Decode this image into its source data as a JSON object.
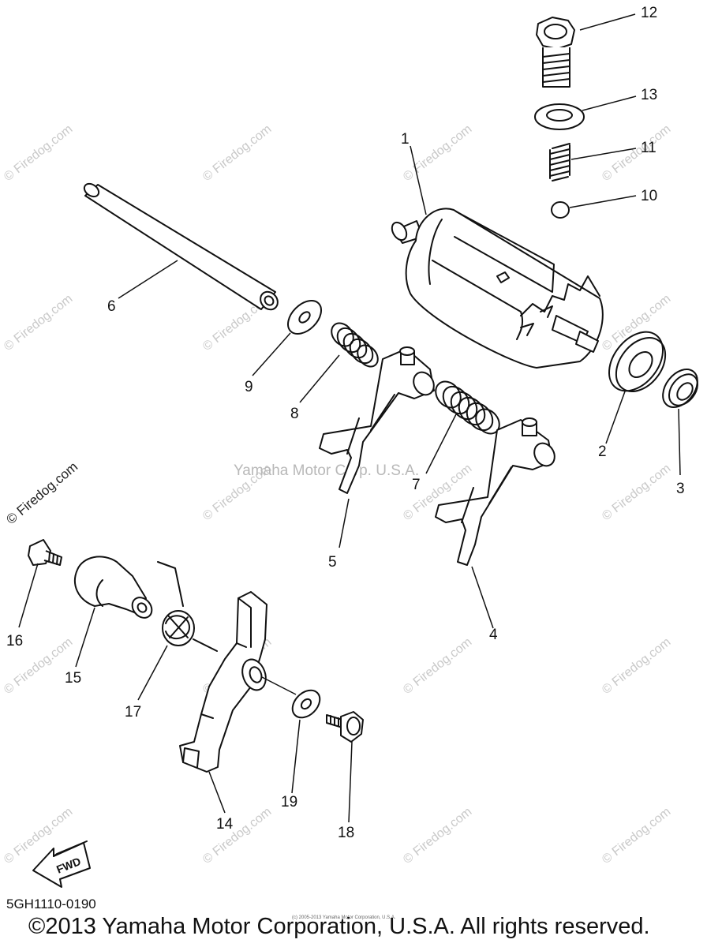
{
  "watermark": "© Firedog.com",
  "center_watermark": "Yamaha Motor Corp. U.S.A.",
  "fwd_label": "FWD",
  "diagram_code": "5GH1110-0190",
  "copyright": "©2013 Yamaha Motor Corporation, U.S.A. All rights reserved.",
  "small_copyright": "(c) 2005-2013 Yamaha Motor Corporation, U.S.A.",
  "parts": [
    {
      "number": "1"
    },
    {
      "number": "2"
    },
    {
      "number": "3"
    },
    {
      "number": "4"
    },
    {
      "number": "5"
    },
    {
      "number": "6"
    },
    {
      "number": "7"
    },
    {
      "number": "8"
    },
    {
      "number": "9"
    },
    {
      "number": "10"
    },
    {
      "number": "11"
    },
    {
      "number": "12"
    },
    {
      "number": "13"
    },
    {
      "number": "14"
    },
    {
      "number": "15"
    },
    {
      "number": "16"
    },
    {
      "number": "17"
    },
    {
      "number": "18"
    },
    {
      "number": "19"
    }
  ]
}
